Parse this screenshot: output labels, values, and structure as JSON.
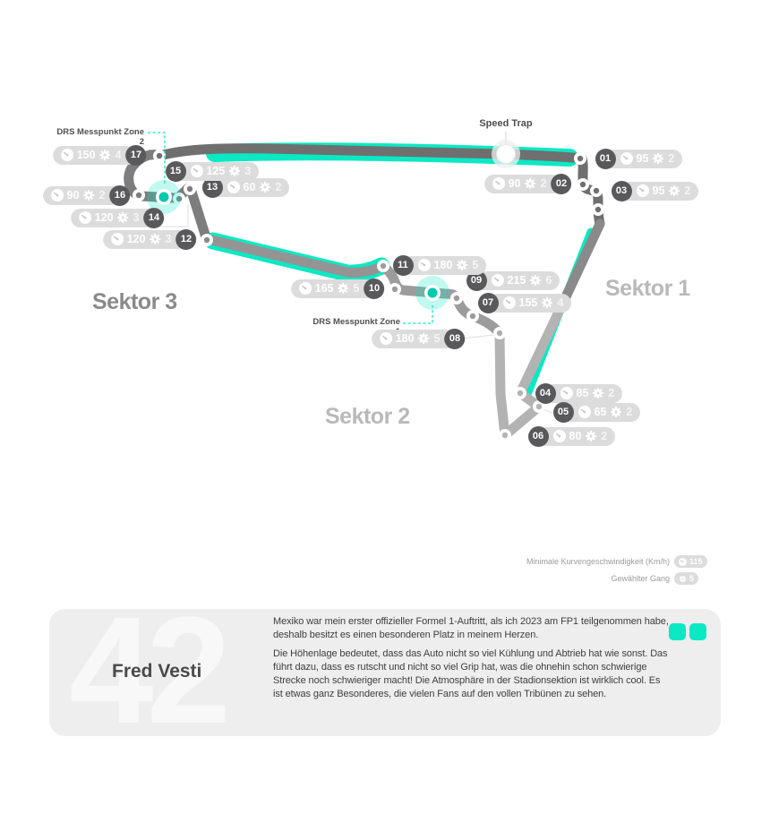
{
  "labels": {
    "speed_trap": "Speed Trap",
    "drs_zone_1": "DRS Messpunkt Zone 1",
    "drs_zone_2": "DRS Messpunkt Zone 2",
    "sektor_1": "Sektor 1",
    "sektor_2": "Sektor 2",
    "sektor_3": "Sektor 3"
  },
  "legend": {
    "min_speed_label": "Minimale Kurvengeschwindigkeit (Km/h)",
    "min_speed_value": "115",
    "gear_label": "Gewählter Gang",
    "gear_value": "5"
  },
  "corners": [
    {
      "number": "01",
      "speed": "95",
      "gear": "2"
    },
    {
      "number": "02",
      "speed": "90",
      "gear": "2"
    },
    {
      "number": "03",
      "speed": "95",
      "gear": "2"
    },
    {
      "number": "04",
      "speed": "85",
      "gear": "2"
    },
    {
      "number": "05",
      "speed": "65",
      "gear": "2"
    },
    {
      "number": "06",
      "speed": "80",
      "gear": "2"
    },
    {
      "number": "07",
      "speed": "155",
      "gear": "4"
    },
    {
      "number": "08",
      "speed": "180",
      "gear": "5"
    },
    {
      "number": "09",
      "speed": "215",
      "gear": "6"
    },
    {
      "number": "10",
      "speed": "165",
      "gear": "5"
    },
    {
      "number": "11",
      "speed": "180",
      "gear": "5"
    },
    {
      "number": "12",
      "speed": "120",
      "gear": "3"
    },
    {
      "number": "13",
      "speed": "60",
      "gear": "2"
    },
    {
      "number": "14",
      "speed": "120",
      "gear": "3"
    },
    {
      "number": "15",
      "speed": "125",
      "gear": "3"
    },
    {
      "number": "16",
      "speed": "90",
      "gear": "2"
    },
    {
      "number": "17",
      "speed": "150",
      "gear": "4"
    }
  ],
  "driver": {
    "number": "42",
    "name": "Fred Vesti",
    "quote_paragraph_1": "Mexiko war mein erster offizieller Formel 1-Auftritt, als ich 2023 am FP1 teilgenommen habe, deshalb besitzt es einen besonderen Platz in meinem Herzen.",
    "quote_paragraph_2": "Die Höhenlage bedeutet, dass das Auto nicht so viel Kühlung und Abtrieb hat wie sonst. Das führt dazu, dass es rutscht und nicht so viel Grip hat, was die ohnehin schon schwierige Strecke noch schwieriger macht! Die Atmosphäre in der Stadionsektion ist wirklich cool. Es ist etwas ganz Besonderes, die vielen Fans auf den vollen Tribünen zu sehen."
  },
  "colors": {
    "teal": "#0BE9C4",
    "track_dark": "#6f6f6f",
    "track_medium": "#9c9c9c",
    "track_light": "#b3b3b3",
    "badge_circle": "#59595b",
    "badge_pill": "#dcdcdc"
  }
}
